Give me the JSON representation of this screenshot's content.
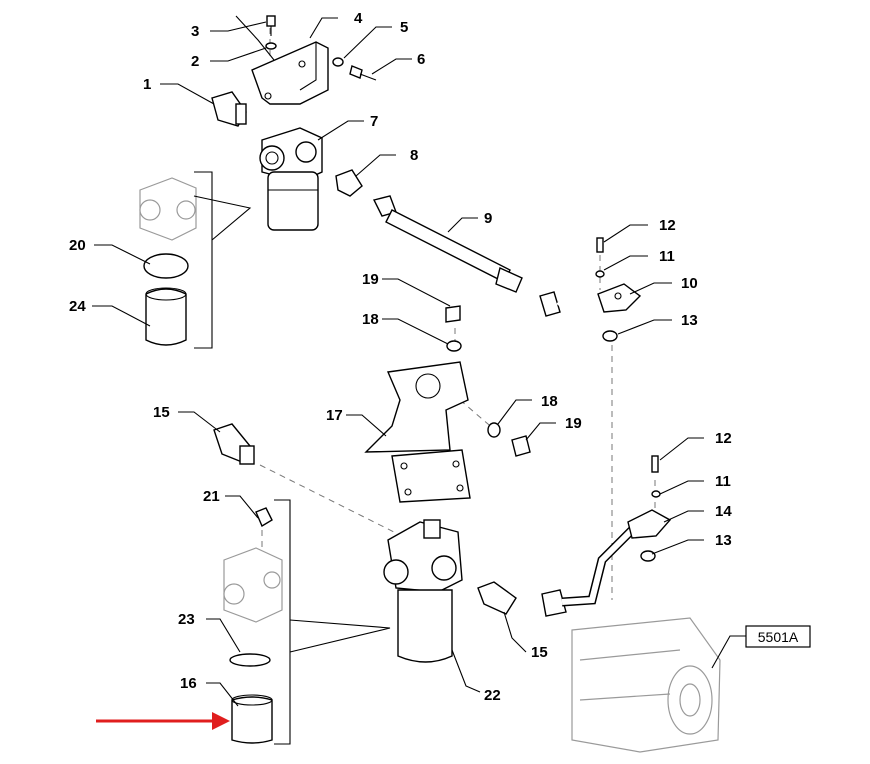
{
  "callouts": {
    "c1": "1",
    "c2": "2",
    "c3": "3",
    "c4": "4",
    "c5": "5",
    "c6": "6",
    "c7": "7",
    "c8": "8",
    "c9": "9",
    "c10": "10",
    "c11a": "11",
    "c12a": "12",
    "c13a": "13",
    "c15a": "15",
    "c17": "17",
    "c18a": "18",
    "c18b": "18",
    "c19a": "19",
    "c19b": "19",
    "c20": "20",
    "c24": "24",
    "c12b": "12",
    "c11b": "11",
    "c14": "14",
    "c13b": "13",
    "c21": "21",
    "c23": "23",
    "c16": "16",
    "c15b": "15",
    "c22": "22"
  },
  "pump_label": "5501A",
  "highlight_color": "#e01e1e"
}
